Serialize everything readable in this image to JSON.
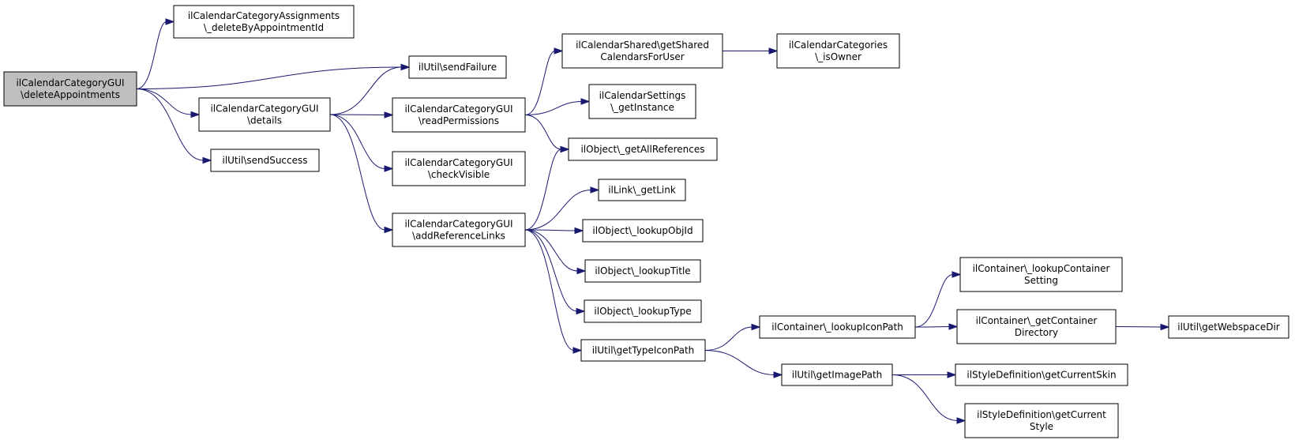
{
  "diagram": {
    "type": "call-graph",
    "edge_color": "#191970",
    "root_fill": "#bfbfbf",
    "nodes": [
      {
        "id": "root",
        "lines": [
          "ilCalendarCategoryGUI",
          "\\deleteAppointments"
        ],
        "highlight": true
      },
      {
        "id": "deleteByAppointmentId",
        "lines": [
          "ilCalendarCategoryAssignments",
          "\\_deleteByAppointmentId"
        ]
      },
      {
        "id": "sendFailure",
        "lines": [
          "ilUtil\\sendFailure"
        ]
      },
      {
        "id": "details",
        "lines": [
          "ilCalendarCategoryGUI",
          "\\details"
        ]
      },
      {
        "id": "sendSuccess",
        "lines": [
          "ilUtil\\sendSuccess"
        ]
      },
      {
        "id": "readPermissions",
        "lines": [
          "ilCalendarCategoryGUI",
          "\\readPermissions"
        ]
      },
      {
        "id": "checkVisible",
        "lines": [
          "ilCalendarCategoryGUI",
          "\\checkVisible"
        ]
      },
      {
        "id": "addReferenceLinks",
        "lines": [
          "ilCalendarCategoryGUI",
          "\\addReferenceLinks"
        ]
      },
      {
        "id": "getSharedCalendarsForUser",
        "lines": [
          "ilCalendarShared\\getShared",
          "CalendarsForUser"
        ]
      },
      {
        "id": "getInstance",
        "lines": [
          "ilCalendarSettings",
          "\\_getInstance"
        ]
      },
      {
        "id": "getAllReferences",
        "lines": [
          "ilObject\\_getAllReferences"
        ]
      },
      {
        "id": "getLink",
        "lines": [
          "ilLink\\_getLink"
        ]
      },
      {
        "id": "lookupObjId",
        "lines": [
          "ilObject\\_lookupObjId"
        ]
      },
      {
        "id": "lookupTitle",
        "lines": [
          "ilObject\\_lookupTitle"
        ]
      },
      {
        "id": "lookupType",
        "lines": [
          "ilObject\\_lookupType"
        ]
      },
      {
        "id": "getTypeIconPath",
        "lines": [
          "ilUtil\\getTypeIconPath"
        ]
      },
      {
        "id": "isOwner",
        "lines": [
          "ilCalendarCategories",
          "\\_isOwner"
        ]
      },
      {
        "id": "lookupIconPath",
        "lines": [
          "ilContainer\\_lookupIconPath"
        ]
      },
      {
        "id": "getImagePath",
        "lines": [
          "ilUtil\\getImagePath"
        ]
      },
      {
        "id": "lookupContainerSetting",
        "lines": [
          "ilContainer\\_lookupContainer",
          "Setting"
        ]
      },
      {
        "id": "getContainerDirectory",
        "lines": [
          "ilContainer\\_getContainer",
          "Directory"
        ]
      },
      {
        "id": "getCurrentSkin",
        "lines": [
          "ilStyleDefinition\\getCurrentSkin"
        ]
      },
      {
        "id": "getCurrentStyle",
        "lines": [
          "ilStyleDefinition\\getCurrent",
          "Style"
        ]
      },
      {
        "id": "getWebspaceDir",
        "lines": [
          "ilUtil\\getWebspaceDir"
        ]
      }
    ],
    "edges": [
      {
        "from": "root",
        "to": "deleteByAppointmentId"
      },
      {
        "from": "root",
        "to": "sendFailure"
      },
      {
        "from": "root",
        "to": "details"
      },
      {
        "from": "root",
        "to": "sendSuccess"
      },
      {
        "from": "details",
        "to": "sendFailure"
      },
      {
        "from": "details",
        "to": "readPermissions"
      },
      {
        "from": "details",
        "to": "checkVisible"
      },
      {
        "from": "details",
        "to": "addReferenceLinks"
      },
      {
        "from": "readPermissions",
        "to": "getSharedCalendarsForUser"
      },
      {
        "from": "readPermissions",
        "to": "getInstance"
      },
      {
        "from": "readPermissions",
        "to": "getAllReferences"
      },
      {
        "from": "getSharedCalendarsForUser",
        "to": "isOwner"
      },
      {
        "from": "addReferenceLinks",
        "to": "getAllReferences"
      },
      {
        "from": "addReferenceLinks",
        "to": "getLink"
      },
      {
        "from": "addReferenceLinks",
        "to": "lookupObjId"
      },
      {
        "from": "addReferenceLinks",
        "to": "lookupTitle"
      },
      {
        "from": "addReferenceLinks",
        "to": "lookupType"
      },
      {
        "from": "addReferenceLinks",
        "to": "getTypeIconPath"
      },
      {
        "from": "getTypeIconPath",
        "to": "lookupIconPath"
      },
      {
        "from": "getTypeIconPath",
        "to": "getImagePath"
      },
      {
        "from": "lookupIconPath",
        "to": "lookupContainerSetting"
      },
      {
        "from": "lookupIconPath",
        "to": "getContainerDirectory"
      },
      {
        "from": "getContainerDirectory",
        "to": "getWebspaceDir"
      },
      {
        "from": "getImagePath",
        "to": "getCurrentSkin"
      },
      {
        "from": "getImagePath",
        "to": "getCurrentStyle"
      }
    ]
  }
}
